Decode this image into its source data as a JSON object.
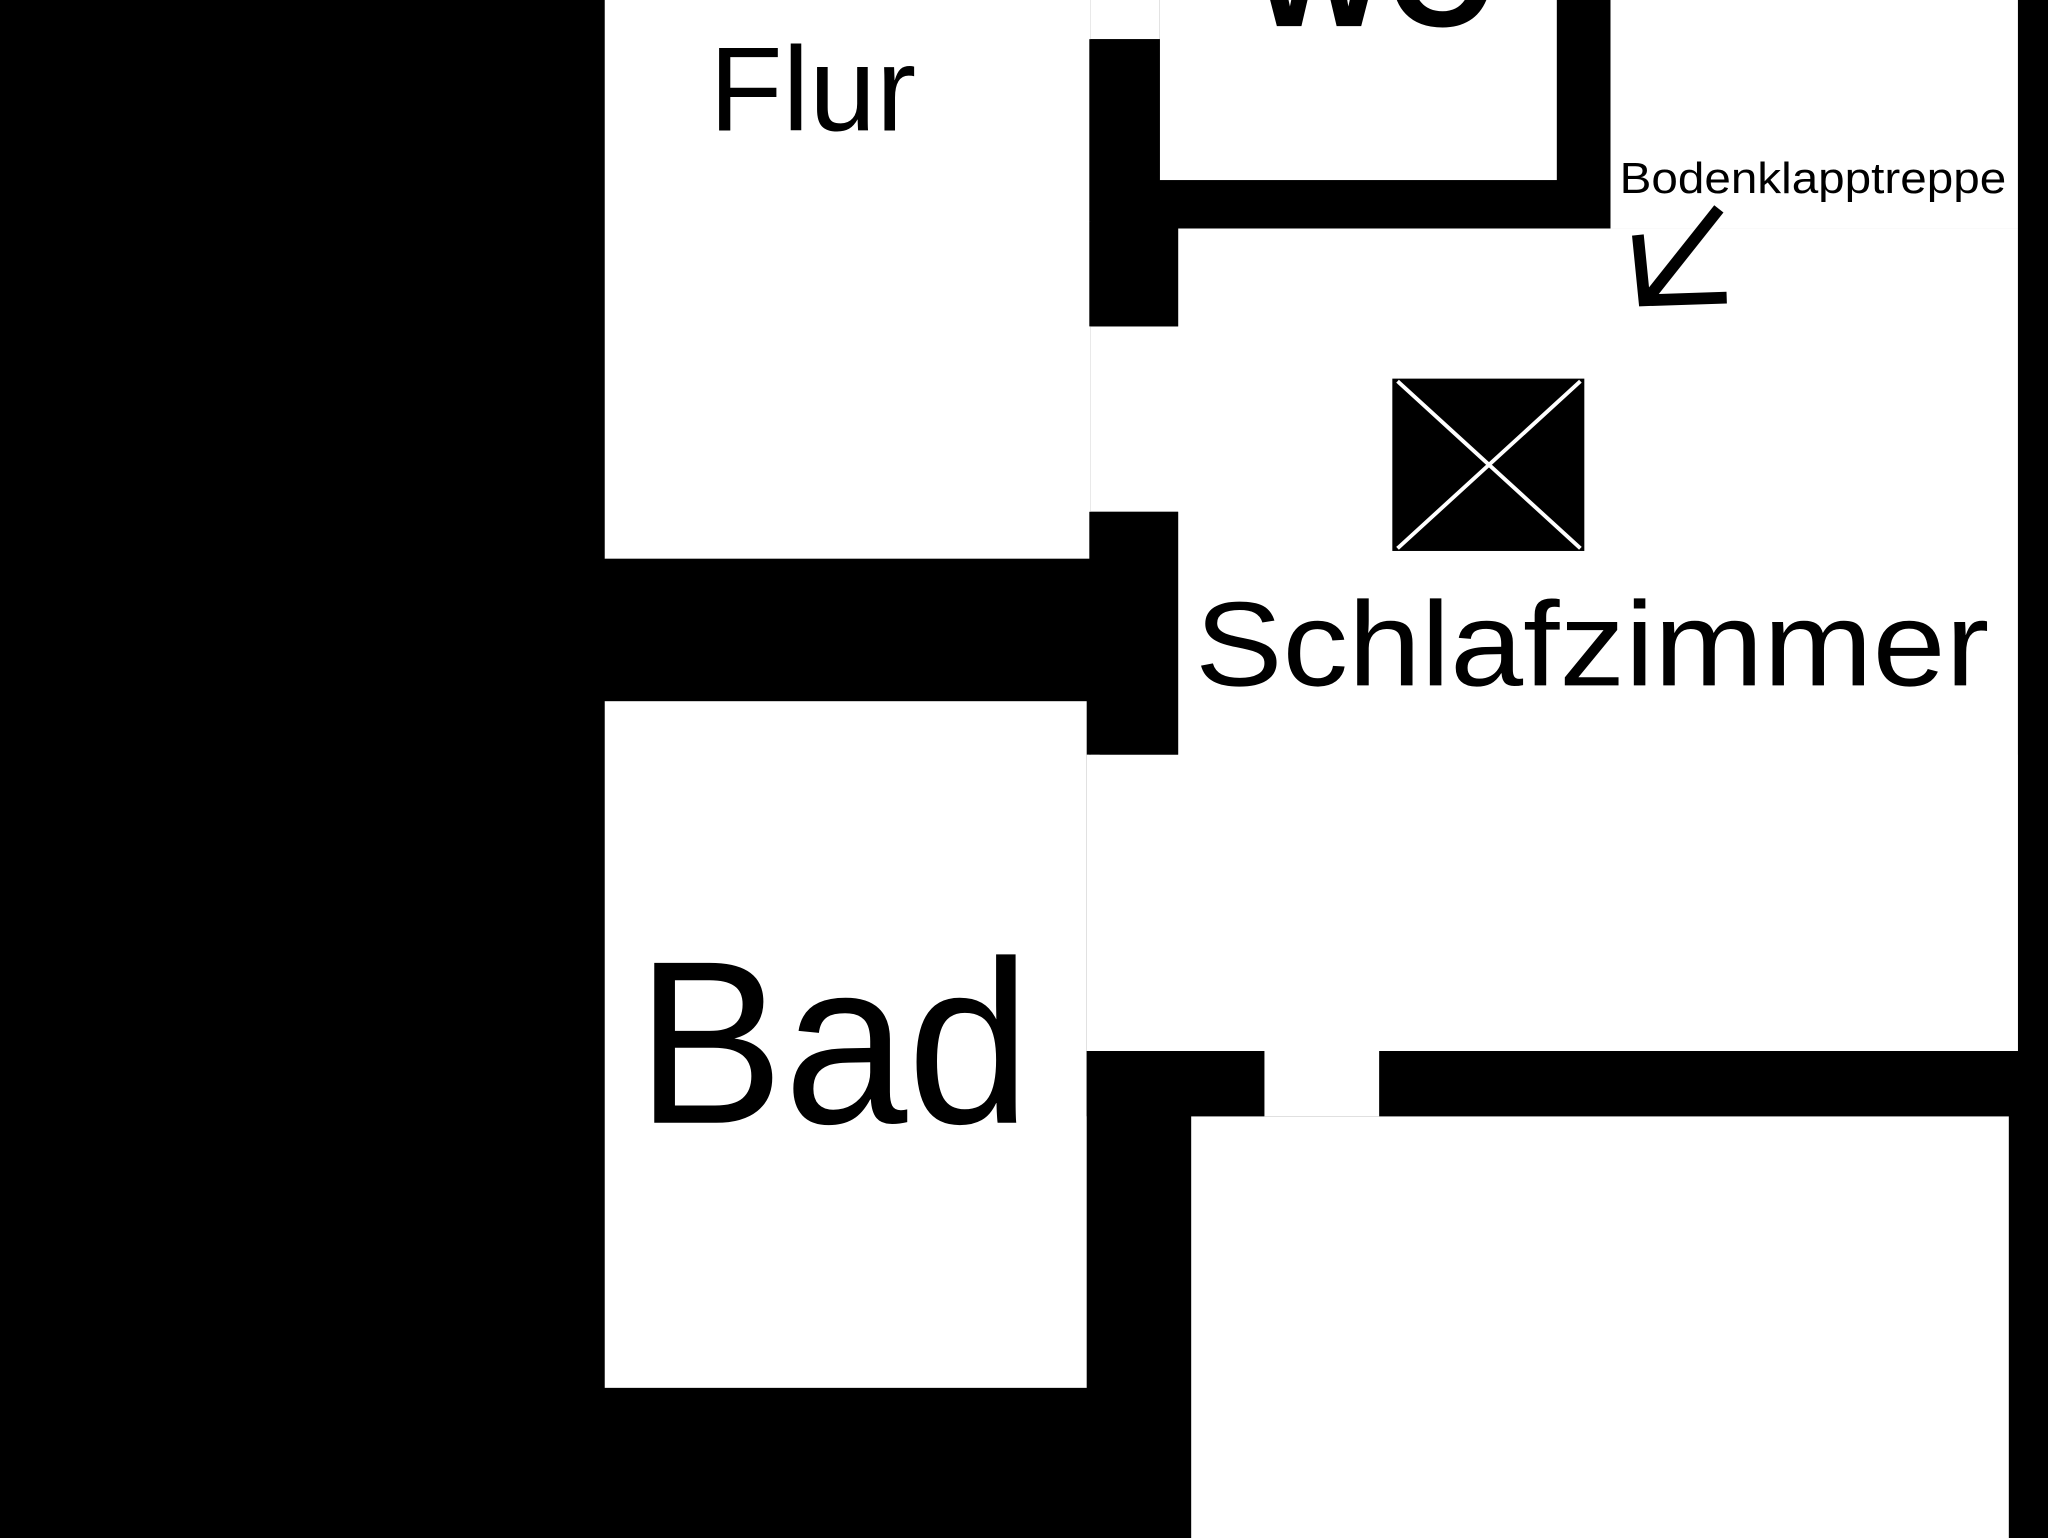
{
  "title": "Grundriss",
  "rooms": {
    "flur": "Flur",
    "wc": "WC",
    "schlafzimmer": "Schlafzimmer",
    "bad": "Bad"
  },
  "annotations": {
    "attic_stairs": "Bodenklapptreppe"
  },
  "colors": {
    "wall": "#000000",
    "floor": "#ffffff"
  }
}
